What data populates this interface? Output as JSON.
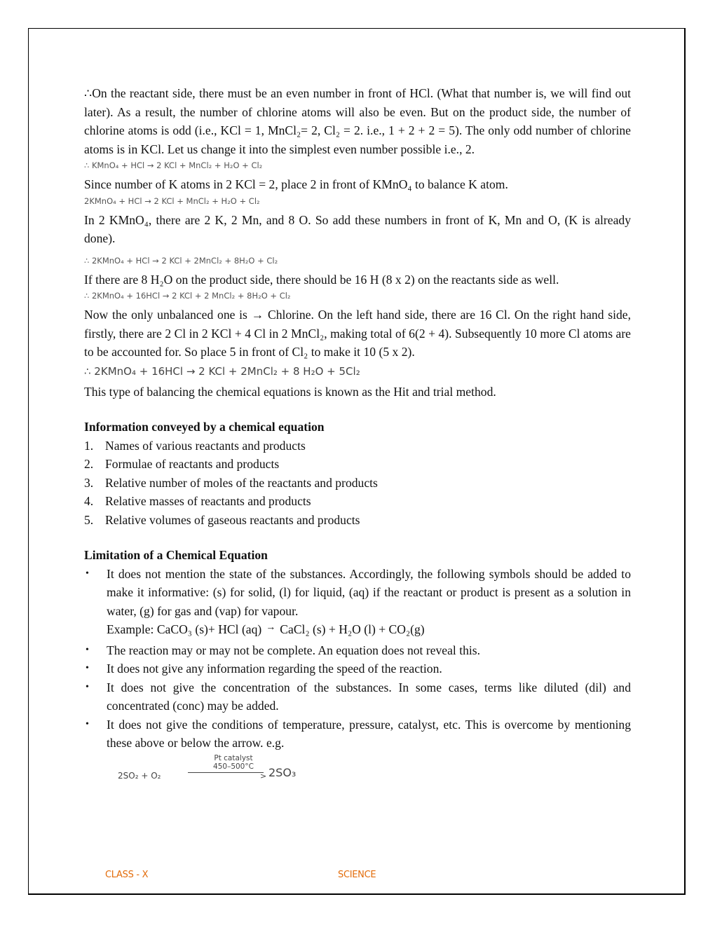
{
  "paragraphs": {
    "p1": "∴On the reactant side, there must be an even number in front of HCl. (What that number is, we will find out later). As a result, the number of chlorine atoms will also be even. But on the product side, the number of chlorine atoms is odd (i.e., KCl = 1, MnCl₂= 2, Cl₂ = 2. i.e., 1 + 2 + 2 = 5). The only odd number of chlorine atoms is in KCl. Let us change it into the simplest even number possible i.e., 2.",
    "p2": "Since number of K atoms in 2 KCl = 2, place 2 in front of KMnO₄ to balance K atom.",
    "p3": "In 2 KMnO₄, there are 2 K, 2 Mn, and 8 O. So add these numbers in front of K, Mn and O, (K is already done).",
    "p4": "If there are 8 H₂O on the product side, there should be 16 H (8 x 2) on the reactants side as well.",
    "p5": "Now the only unbalanced one is → Chlorine. On the left hand side, there are 16 Cl. On the right hand side, firstly, there are 2 Cl in 2 KCl + 4 Cl in 2 MnCl₂, making total of 6(2 + 4). Subsequently 10 more Cl atoms are to be accounted for. So place 5 in front of Cl₂ to make it 10 (5 x 2).",
    "p6": "This type of balancing the chemical equations is known as the Hit and trial method."
  },
  "equations": {
    "eq1": "∴  KMnO₄ + HCl → 2 KCl + MnCl₂ + H₂O + Cl₂",
    "eq2": "2KMnO₄ + HCl → 2 KCl + MnCl₂ + H₂O + Cl₂",
    "eq3": "∴ 2KMnO₄ + HCl → 2 KCl + 2MnCl₂ + 8H₂O + Cl₂",
    "eq4": "∴ 2KMnO₄ + 16HCl → 2 KCl + 2 MnCl₂ + 8H₂O + Cl₂",
    "eq5": "∴  2KMnO₄ + 16HCl → 2 KCl + 2MnCl₂ + 8 H₂O + 5Cl₂"
  },
  "info_section": {
    "heading": "Information conveyed by a chemical equation",
    "items": [
      {
        "num": "1.",
        "text": "Names of various reactants and products"
      },
      {
        "num": "2.",
        "text": "Formulae of reactants and products"
      },
      {
        "num": "3.",
        "text": "Relative number of moles of the reactants and products"
      },
      {
        "num": "4.",
        "text": "Relative masses of reactants and products"
      },
      {
        "num": "5.",
        "text": "Relative volumes of gaseous reactants and products"
      }
    ]
  },
  "limitation_section": {
    "heading": "Limitation of a Chemical Equation",
    "bullet_symbol": "•",
    "items": [
      {
        "text": "It does not mention the state of the substances. Accordingly, the following symbols should be added to make it informative: (s) for solid, (l) for liquid, (aq) if the reactant or product is present as a solution in water, (g) for gas and (vap) for vapour.",
        "example_prefix": "Example: CaCO₃ (s)+ HCl (aq)",
        "example_arrow": "→",
        "example_suffix": "CaCl₂ (s) + H₂O (l) + CO₂(g)"
      },
      {
        "text": "The reaction may or may not be complete. An equation does not reveal this."
      },
      {
        "text": "It does not give any information regarding the speed of the reaction."
      },
      {
        "text": "It does not give the concentration of the substances. In some cases, terms like diluted (dil) and concentrated (conc) may be added."
      },
      {
        "text": "It does not give the conditions of temperature, pressure, catalyst, etc. This is overcome by mentioning these above or below the arrow. e.g."
      }
    ],
    "catalyst_equation": {
      "lhs": "2SO₂  +  O₂",
      "condition_top": "Pt catalyst",
      "condition_bottom": "450–500°C",
      "arrow_head": ">",
      "rhs": "2SO₃"
    }
  },
  "footer": {
    "left": "CLASS - X",
    "center": "SCIENCE",
    "color": "#e36c0a"
  }
}
